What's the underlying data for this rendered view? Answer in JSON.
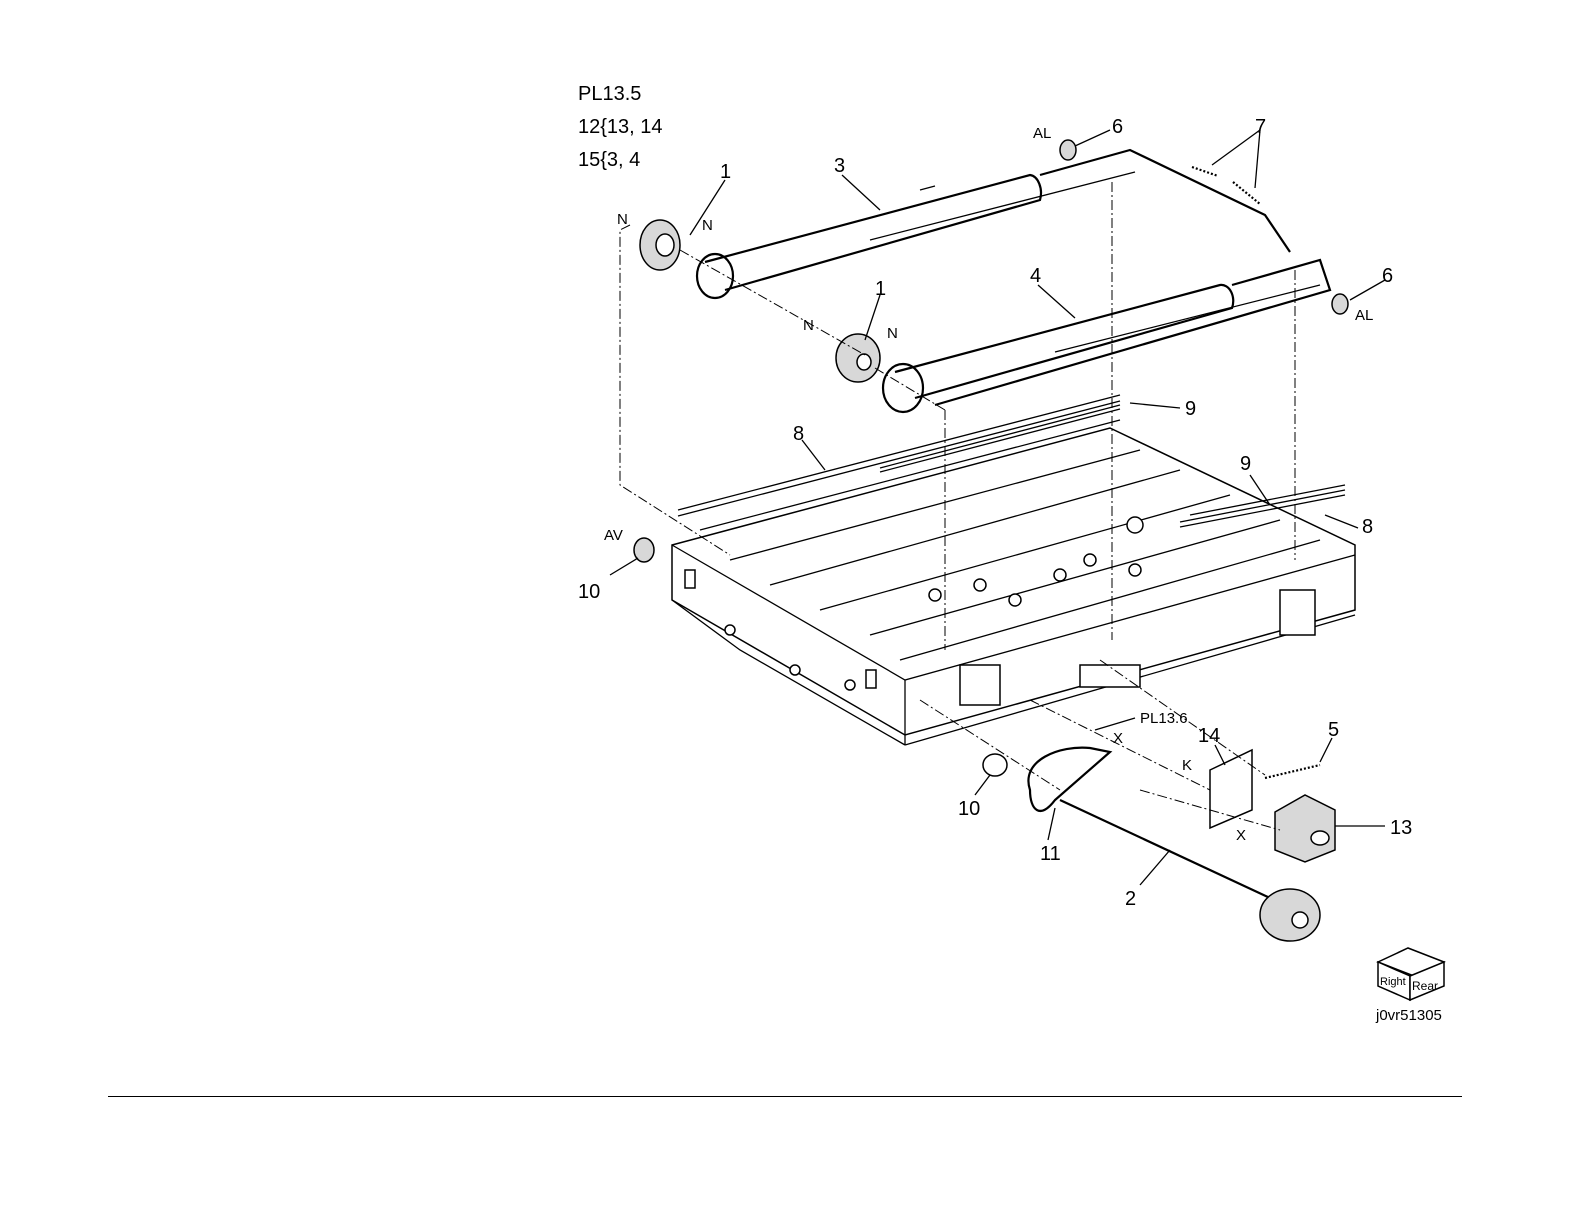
{
  "header": {
    "plate": "PL13.5",
    "kit_1": "12{13, 14",
    "kit_2": "15{3, 4"
  },
  "callouts": {
    "c1a": "1",
    "c1b": "1",
    "c2": "2",
    "c3": "3",
    "c4": "4",
    "c5": "5",
    "c6a": "6",
    "c6b": "6",
    "c7": "7",
    "c8a": "8",
    "c8b": "8",
    "c9a": "9",
    "c9b": "9",
    "c10a": "10",
    "c10b": "10",
    "c11": "11",
    "c13": "13",
    "c14": "14"
  },
  "letters": {
    "n1": "N",
    "n2": "N",
    "n3": "N",
    "n4": "N",
    "al1": "AL",
    "al2": "AL",
    "av": "AV",
    "x1": "X",
    "x2": "X",
    "k": "K",
    "ref": "PL13.6"
  },
  "orientation": {
    "right": "Right",
    "rear": "Rear"
  },
  "figure_id": "j0vr51305"
}
